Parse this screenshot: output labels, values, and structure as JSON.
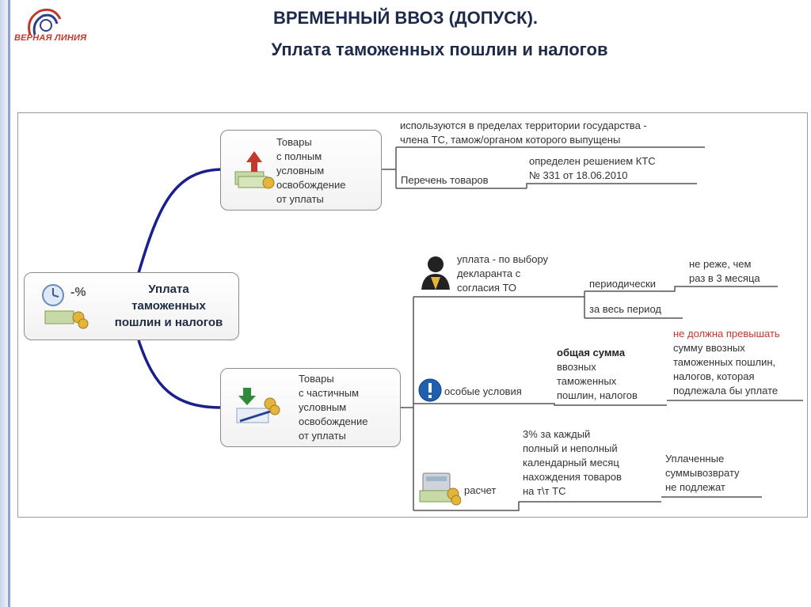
{
  "logo": {
    "text": "ВЕРНАЯ ЛИНИЯ"
  },
  "header": {
    "title": "ВРЕМЕННЫЙ ВВОЗ (ДОПУСК).",
    "subtitle": "Уплата таможенных пошлин и налогов"
  },
  "central": {
    "label": "Уплата\nтаможенных\nпошлин и налогов",
    "icon_symbol": "-%"
  },
  "full": {
    "label": "Товары\nс полным\nусловным\nосвобождение\nот уплаты",
    "note_territory": "используются в пределах территории государства -\nчлена ТС, тамож/органом которого выпущены",
    "list_label": "Перечень товаров",
    "list_value": "определен решением КТС\n№ 331 от 18.06.2010"
  },
  "partial": {
    "label": "Товары\nс частичным\nусловным\nосвобождение\nот уплаты",
    "payment_choice": "уплата - по выбору\nдекларанта с\nсогласия ТО",
    "periodic": "периодически",
    "periodic_detail": "не реже, чем\nраз в 3 месяца",
    "whole_period": "за весь период",
    "special": "особые условия",
    "total_sum": "общая сумма",
    "total_sum_rest": "ввозных\nтаможенных\nпошлин, налогов",
    "limit_red": "не должна превышать",
    "limit_rest": "сумму ввозных\nтаможенных пошлин,\nналогов, которая\nподлежала бы уплате",
    "calc": "расчет",
    "calc_detail": "3% за каждый\nполный и неполный\nкалендарный месяц\nнахождения товаров\nна т\\т ТС",
    "not_refund": "Уплаченные\nсуммывозврату\nне подлежат"
  },
  "colors": {
    "accent": "#1a1f8c",
    "red": "#c0392b",
    "title": "#1d2a4a"
  }
}
